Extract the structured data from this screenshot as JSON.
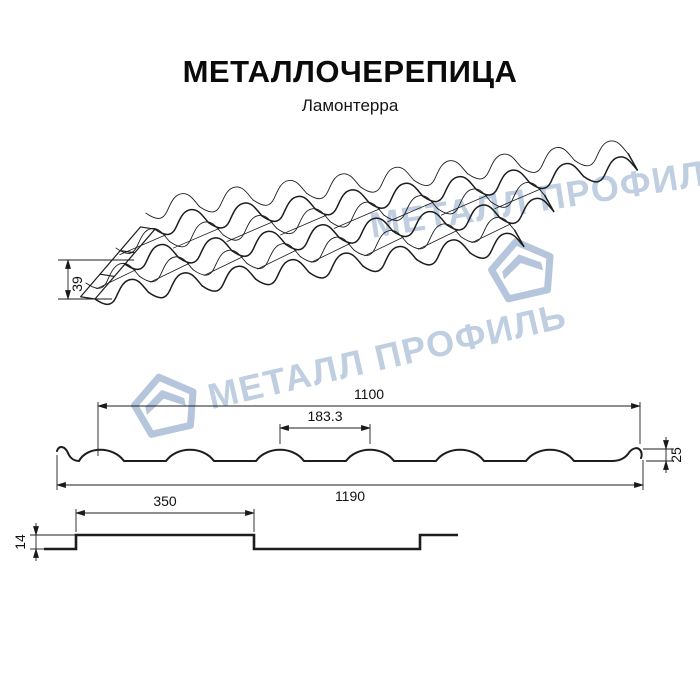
{
  "title": "МЕТАЛЛОЧЕРЕПИЦА",
  "subtitle": "Ламонтерра",
  "watermark": {
    "text": "МЕТАЛЛ ПРОФИЛЬ",
    "color": "#b5c6dc"
  },
  "dims": {
    "edge_height": "39",
    "cover_width": "1100",
    "wave_step": "183.3",
    "profile_height": "25",
    "overall_width": "1190",
    "module_length": "350",
    "step_height": "14"
  },
  "drawing_color": "#1d1d1d"
}
